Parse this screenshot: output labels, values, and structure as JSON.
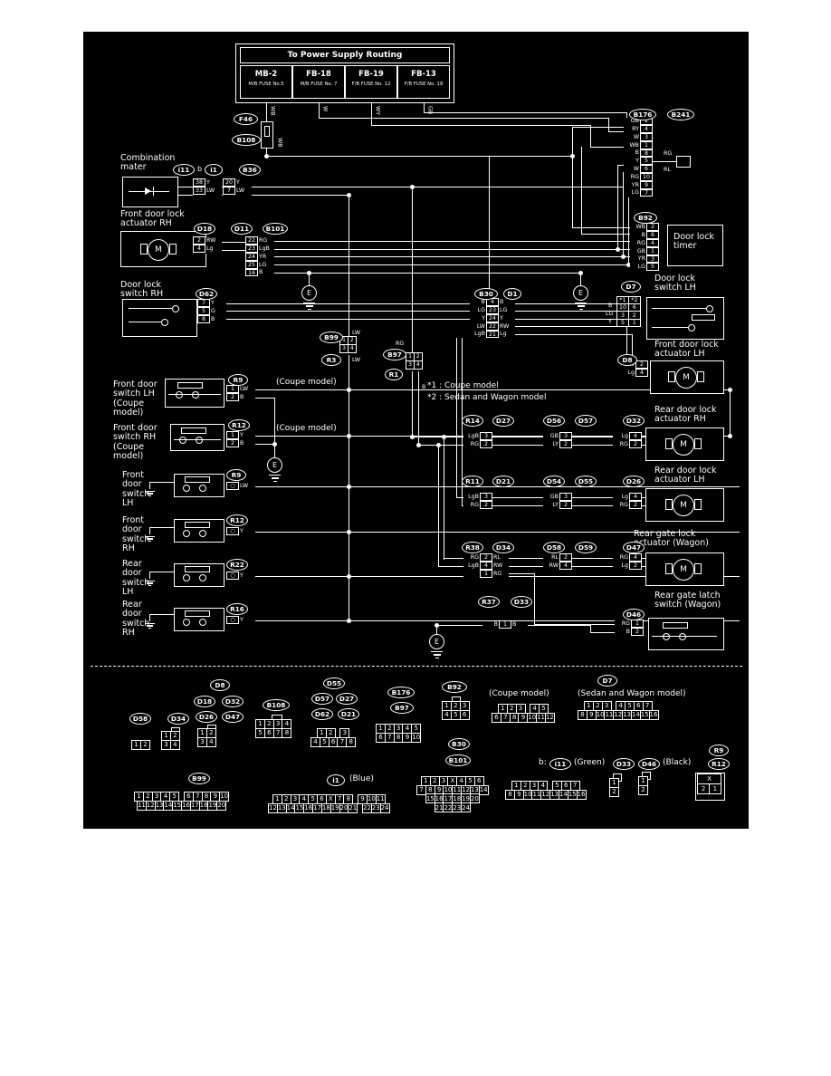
{
  "colors": {
    "background": "#ffffff",
    "diagram_bg": "#000000",
    "line": "#ffffff"
  },
  "power": {
    "title": "To Power Supply Routing",
    "fuses": [
      {
        "name": "MB-2",
        "detail": "M/B FUSE No.5",
        "wire": "WB"
      },
      {
        "name": "FB-18",
        "detail": "M/B FUSE No. 7",
        "wire": "W"
      },
      {
        "name": "FB-19",
        "detail": "F/B FUSE No. 12",
        "wire": "WY"
      },
      {
        "name": "FB-13",
        "detail": "F/B FUSE No. 18",
        "wire": "GB"
      }
    ]
  },
  "labels": {
    "combination_meter": "Combination\nmater",
    "fdla_rh": "Front door lock\nactuator RH",
    "dls_rh": "Door lock\nswitch RH",
    "fds_lh_coupe": "Front door\nswitch LH\n(Coupe\nmodel)",
    "fds_rh_coupe": "Front door\nswitch RH\n(Coupe\nmodel)",
    "fds_lh": "Front\ndoor\nswitch\nLH",
    "fds_rh": "Front\ndoor\nswitch\nRH",
    "rds_lh": "Rear\ndoor\nswitch\nLH",
    "rds_rh": "Rear\ndoor\nswitch\nRH",
    "dlt": "Door lock\ntimer",
    "dls_lh": "Door lock\nswitch LH",
    "fdla_lh": "Front door lock\nactuator LH",
    "rdla_rh": "Rear door lock\nactuator RH",
    "rdla_lh": "Rear door lock\nactuator LH",
    "rgla": "Rear gate lock\nactuator (Wagon)",
    "rgls": "Rear gate latch\nswitch (Wagon)",
    "coupe_model": "(Coupe model)",
    "sedan_model": "(Sedan and Wagon model)",
    "blue": "(Blue)",
    "green": "(Green)",
    "black": "(Black)",
    "b_prefix": "b:",
    "b_small": "b",
    "e": "E",
    "m": "M",
    "notes": "*1 : Coupe model\n*2 : Sedan and Wagon model"
  },
  "wire_colors": {
    "Y": "Y",
    "LW": "LW",
    "RW": "RW",
    "Lg": "Lg",
    "B": "B",
    "LG": "LG",
    "LgB": "LgB",
    "YR": "YR",
    "RG": "RG",
    "GB": "GB",
    "W": "W",
    "WB": "WB",
    "WY": "WY",
    "RY": "RY",
    "LY": "LY",
    "RL": "RL",
    "G": "G"
  },
  "ovals": {
    "F46": "F46",
    "B108": "B108",
    "i11": "i11",
    "i1": "i1",
    "B36": "B36",
    "D18": "D18",
    "D11": "D11",
    "B101": "B101",
    "D62": "D62",
    "B99": "B99",
    "R3": "R3",
    "B97": "B97",
    "R1": "R1",
    "B30": "B30",
    "D1": "D1",
    "B176": "B176",
    "B241": "B241",
    "B92": "B92",
    "D7": "D7",
    "D8": "D8",
    "R9": "R9",
    "R12": "R12",
    "R22": "R22",
    "R16": "R16",
    "R14": "R14",
    "D27": "D27",
    "D56": "D56",
    "D57": "D57",
    "D32": "D32",
    "R11": "R11",
    "D21": "D21",
    "D54": "D54",
    "D55": "D55",
    "D26": "D26",
    "R38": "R38",
    "D34": "D34",
    "D58": "D58",
    "D59": "D59",
    "D47": "D47",
    "R37": "R37",
    "D33": "D33",
    "D46": "D46"
  },
  "conns": {
    "meter1": {
      "pins": [
        "38",
        "33"
      ],
      "right": [
        "Y",
        "LW"
      ]
    },
    "meter2": {
      "pins": [
        "20",
        "7"
      ],
      "right": [
        "Y",
        "LW"
      ]
    },
    "d18": {
      "pins": [
        "2",
        "4"
      ],
      "right": [
        "RW",
        "Lg"
      ]
    },
    "b101": {
      "pins": [
        "22",
        "23",
        "24",
        "25",
        "16"
      ],
      "right": [
        "RG",
        "LgB",
        "YR",
        "LG",
        "B"
      ]
    },
    "d62": {
      "pins": [
        "7",
        "5",
        "8"
      ],
      "right": [
        "Y",
        "G",
        "B"
      ]
    },
    "b30d1": {
      "pins": [
        "4",
        "23",
        "24",
        "22",
        "21"
      ],
      "left": [
        "B",
        "LG",
        "Y",
        "LW",
        "LgB"
      ],
      "right": [
        "B",
        "LG",
        "Y",
        "RW",
        "Lg"
      ]
    },
    "b241": {
      "pins": [
        "2",
        "4",
        "3",
        "1",
        "8",
        "5",
        "6",
        "10",
        "9",
        "7"
      ],
      "left": [
        "GB",
        "RY",
        "W",
        "WB",
        "B",
        "Y",
        "W",
        "RG",
        "YR",
        "LG"
      ]
    },
    "b92": {
      "pins": [
        "2",
        "6",
        "4",
        "1",
        "3",
        "5"
      ],
      "left": [
        "WB",
        "B",
        "RG",
        "GB",
        "YR",
        "LG"
      ]
    },
    "d8": {
      "pins": [
        "2",
        "4"
      ],
      "left": [
        "RW",
        "Lg"
      ]
    },
    "rr1": {
      "pins": [
        "3",
        "2"
      ],
      "left": [
        "LgB",
        "RG"
      ]
    },
    "rr2": {
      "pins": [
        "3",
        "2"
      ],
      "left": [
        "GB",
        "LY"
      ]
    },
    "rr3": {
      "pins": [
        "4",
        "2"
      ],
      "left": [
        "Lg",
        "RG"
      ]
    },
    "rl1": {
      "pins": [
        "3",
        "2"
      ],
      "left": [
        "LgB",
        "RG"
      ]
    },
    "rl2": {
      "pins": [
        "3",
        "2"
      ],
      "left": [
        "GB",
        "LY"
      ]
    },
    "rl3": {
      "pins": [
        "4",
        "2"
      ],
      "left": [
        "Lg",
        "RG"
      ]
    },
    "rg1": {
      "pins": [
        "2",
        "4",
        "1"
      ],
      "left": [
        "RG",
        "LgB",
        ""
      ],
      "right": [
        "RL",
        "RW",
        "RG"
      ]
    },
    "rg2": {
      "pins": [
        "2",
        "4"
      ],
      "left": [
        "RL",
        "RW"
      ]
    },
    "rg3": {
      "pins": [
        "4",
        "2"
      ],
      "left": [
        "RG",
        "Lg"
      ]
    },
    "r37": {
      "pins": [
        "1"
      ],
      "left": [
        "B"
      ],
      "right": [
        "B"
      ]
    },
    "d46": {
      "pins": [
        "1",
        "2"
      ],
      "left": [
        "RG",
        "B"
      ]
    },
    "r9c": {
      "pins": [
        "1",
        "2"
      ],
      "right": [
        "LW",
        "B"
      ]
    },
    "r12c": {
      "pins": [
        "1",
        "2"
      ],
      "right": [
        "Y",
        "B"
      ]
    },
    "fdslh": {
      "pins": [
        "○"
      ],
      "right": [
        "LW"
      ]
    },
    "fdsrh": {
      "pins": [
        "○"
      ],
      "right": [
        "Y"
      ]
    },
    "rdslh": {
      "pins": [
        "○"
      ],
      "right": [
        "Y"
      ]
    },
    "rdsrh": {
      "pins": [
        "○"
      ],
      "right": [
        "Y"
      ]
    }
  },
  "grids": {
    "b99r3": [
      [
        "1",
        "2"
      ],
      [
        "3",
        "4"
      ]
    ],
    "b97r1": [
      [
        "1",
        "2"
      ],
      [
        "3",
        "4"
      ]
    ],
    "d7": [
      [
        "*1",
        "*2"
      ],
      [
        "10",
        "6"
      ],
      [
        "3",
        "2"
      ],
      [
        "5",
        "1"
      ]
    ],
    "d58": [
      [
        "1",
        "2"
      ]
    ],
    "d34": [
      [
        "1",
        "2"
      ],
      [
        "3",
        "4"
      ]
    ],
    "d8g": [
      [
        "1",
        "2"
      ],
      [
        "3",
        "4"
      ]
    ],
    "b108": [
      [
        "1",
        "2",
        "3",
        "4"
      ],
      [
        "5",
        "6",
        "7",
        "8"
      ]
    ],
    "d55g": [
      [
        "1",
        "2",
        "",
        "3"
      ],
      [
        "4",
        "5",
        "6",
        "7",
        "8"
      ]
    ],
    "b176g": [
      [
        "1",
        "2",
        "3",
        "4",
        "5"
      ],
      [
        "6",
        "7",
        "8",
        "9",
        "10"
      ]
    ],
    "b92g": [
      [
        "1",
        "2",
        "3"
      ],
      [
        "4",
        "5",
        "6"
      ]
    ],
    "d7coupe": [
      [
        "1",
        "2",
        "3",
        "",
        "4",
        "5"
      ],
      [
        "6",
        "7",
        "8",
        "9",
        "10",
        "11",
        "12"
      ]
    ],
    "d7sedan": [
      [
        "1",
        "2",
        "3",
        "",
        "4",
        "5",
        "6",
        "7"
      ],
      [
        "8",
        "9",
        "10",
        "11",
        "12",
        "13",
        "14",
        "15",
        "16"
      ]
    ],
    "b99g": [
      [
        "1",
        "2",
        "3",
        "4",
        "5",
        "",
        "6",
        "7",
        "8",
        "9",
        "10"
      ],
      [
        "11",
        "12",
        "13",
        "14",
        "15",
        "16",
        "17",
        "18",
        "19",
        "20"
      ]
    ],
    "i1g": [
      [
        "1",
        "2",
        "3",
        "4",
        "5",
        "6",
        "X",
        "7",
        "8",
        "",
        "9",
        "10",
        "11"
      ],
      [
        "12",
        "13",
        "14",
        "15",
        "16",
        "17",
        "18",
        "19",
        "20",
        "21",
        "",
        "22",
        "23",
        "24"
      ]
    ],
    "bigg": [
      [
        "1",
        "2",
        "3",
        "X",
        "4",
        "5",
        "6"
      ],
      [
        "7",
        "8",
        "9",
        "10",
        "11",
        "12",
        "13",
        "14"
      ],
      [
        "15",
        "16",
        "17",
        "18",
        "19",
        "20"
      ],
      [
        "21",
        "22",
        "23",
        "24"
      ]
    ],
    "i11g": [
      [
        "1",
        "2",
        "3",
        "4",
        "",
        "5",
        "6",
        "7"
      ],
      [
        "8",
        "9",
        "10",
        "11",
        "12",
        "13",
        "14",
        "15",
        "16"
      ]
    ],
    "d33g": [
      [
        "1"
      ],
      [
        "2"
      ]
    ],
    "d46g": [
      [
        "1"
      ],
      [
        "2"
      ]
    ],
    "r9g": [
      [
        "X"
      ],
      [
        "2",
        "1"
      ]
    ]
  }
}
